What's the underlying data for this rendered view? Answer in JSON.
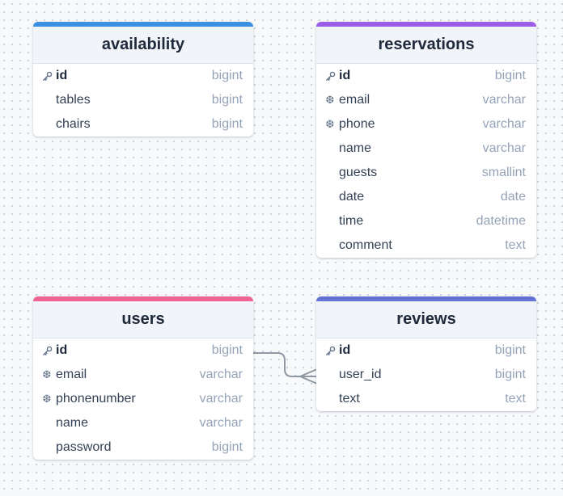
{
  "colors": {
    "availability": "#3b91e0",
    "reservations": "#9b5de5",
    "users": "#f06292",
    "reviews": "#6473d6"
  },
  "icons": {
    "primary_key": "key-icon",
    "unique": "snowflake-icon"
  },
  "tables": {
    "availability": {
      "title": "availability",
      "columns": [
        {
          "name": "id",
          "type": "bigint",
          "pk": true
        },
        {
          "name": "tables",
          "type": "bigint"
        },
        {
          "name": "chairs",
          "type": "bigint"
        }
      ]
    },
    "reservations": {
      "title": "reservations",
      "columns": [
        {
          "name": "id",
          "type": "bigint",
          "pk": true
        },
        {
          "name": "email",
          "type": "varchar",
          "unique": true
        },
        {
          "name": "phone",
          "type": "varchar",
          "unique": true
        },
        {
          "name": "name",
          "type": "varchar"
        },
        {
          "name": "guests",
          "type": "smallint"
        },
        {
          "name": "date",
          "type": "date"
        },
        {
          "name": "time",
          "type": "datetime"
        },
        {
          "name": "comment",
          "type": "text"
        }
      ]
    },
    "users": {
      "title": "users",
      "columns": [
        {
          "name": "id",
          "type": "bigint",
          "pk": true
        },
        {
          "name": "email",
          "type": "varchar",
          "unique": true
        },
        {
          "name": "phonenumber",
          "type": "varchar",
          "unique": true
        },
        {
          "name": "name",
          "type": "varchar"
        },
        {
          "name": "password",
          "type": "bigint"
        }
      ]
    },
    "reviews": {
      "title": "reviews",
      "columns": [
        {
          "name": "id",
          "type": "bigint",
          "pk": true
        },
        {
          "name": "user_id",
          "type": "bigint"
        },
        {
          "name": "text",
          "type": "text"
        }
      ]
    }
  },
  "relationships": [
    {
      "from": "users.id",
      "to": "reviews.user_id",
      "cardinality": "one-to-many"
    }
  ]
}
